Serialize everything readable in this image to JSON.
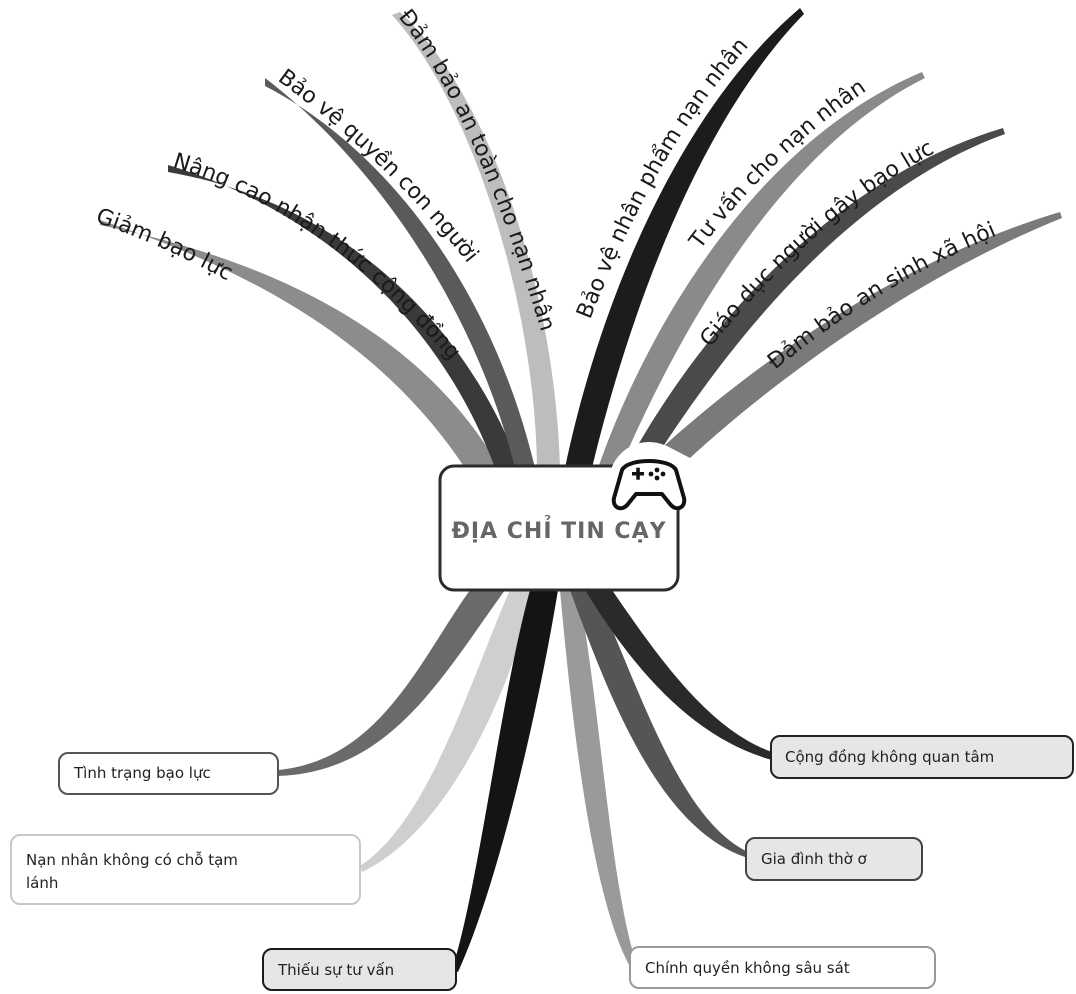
{
  "central_topic": "ĐỊA CHỈ TIN CẬY",
  "central_icon": "gamepad-icon",
  "upper_branches": [
    {
      "label": "Giảm bạo lực",
      "color": "#8c8c8c"
    },
    {
      "label": "Nâng cao nhận thức cộng đồng",
      "color": "#3a3a3a"
    },
    {
      "label": "Bảo vệ quyền con người",
      "color": "#5a5a5a"
    },
    {
      "label": "Đảm bảo an toàn cho nạn nhân",
      "color": "#bdbdbd"
    },
    {
      "label": "Bảo vệ nhân phẩm nạn nhân",
      "color": "#1c1c1c"
    },
    {
      "label": "Tư vấn cho nạn nhân",
      "color": "#8a8a8a"
    },
    {
      "label": "Giáo dục người gây bạo lực",
      "color": "#4a4a4a"
    },
    {
      "label": "Đảm bảo an sinh xã hội",
      "color": "#7a7a7a"
    }
  ],
  "lower_branches": [
    {
      "label": "Tình trạng bạo lực",
      "color": "#6a6a6a",
      "box_fill": "#ffffff"
    },
    {
      "label_line1": "Nạn nhân không có chỗ tạm",
      "label_line2": "lánh",
      "color": "#cfcfcf",
      "box_fill": "#ffffff"
    },
    {
      "label": "Thiếu sự tư vấn",
      "color": "#141414",
      "box_fill": "#e6e6e6"
    },
    {
      "label": "Chính quyền không sâu sát",
      "color": "#9a9a9a",
      "box_fill": "#ffffff"
    },
    {
      "label": "Gia đình thờ ơ",
      "color": "#555555",
      "box_fill": "#e6e6e6"
    },
    {
      "label": "Cộng đồng không quan tâm",
      "color": "#2a2a2a",
      "box_fill": "#e6e6e6"
    }
  ]
}
